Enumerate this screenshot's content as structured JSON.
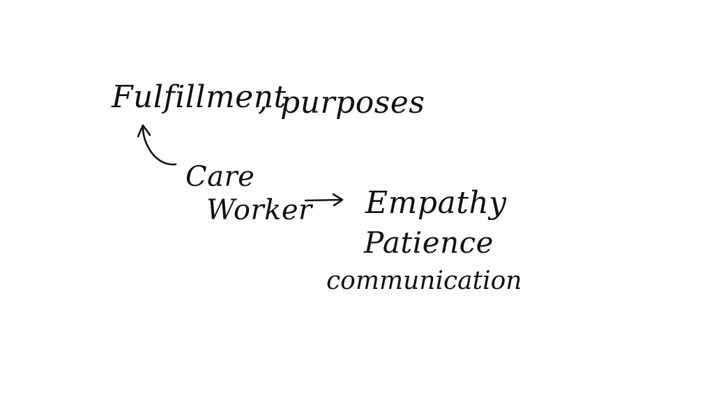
{
  "notes": {
    "line1": {
      "word1": "Fulfillment",
      "separator": ",",
      "word2": "purposes"
    },
    "subject": {
      "line1": "Care",
      "line2": "Worker"
    },
    "qualities": [
      "Empathy",
      "Patience",
      "communication"
    ]
  },
  "colors": {
    "background": "#ffffff",
    "ink": "#111111"
  }
}
